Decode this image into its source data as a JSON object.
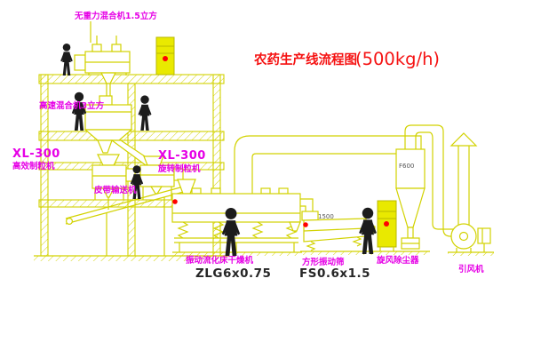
{
  "title": {
    "main": "农药生产线流程图",
    "capacity": "(500kg/h)"
  },
  "labels": {
    "gravity_free_mixer": "无重力混合机1.5立方",
    "high_speed_mixer": "高速混合机3立方",
    "granulator_left_model": "XL-300",
    "granulator_left_name": "高效制粒机",
    "granulator_right_model": "XL-300",
    "granulator_right_name": "旋转制粒机",
    "belt_conveyor": "皮带输送机",
    "dryer_name": "振动流化床干燥机",
    "dryer_model": "ZLG6x0.75",
    "screen_name": "方形振动筛",
    "screen_model": "FS0.6x1.5",
    "cyclone": "旋风除尘器",
    "fan": "引风机"
  },
  "annotations": {
    "cyclone_dim": "F600",
    "screen_dim": "1500"
  },
  "colors": {
    "drawing_line": "#d2d200",
    "label": "#e600e6",
    "title": "#f51212",
    "indicator": "#ff0000",
    "figure": "#1c1c1c",
    "background": "#ffffff"
  }
}
